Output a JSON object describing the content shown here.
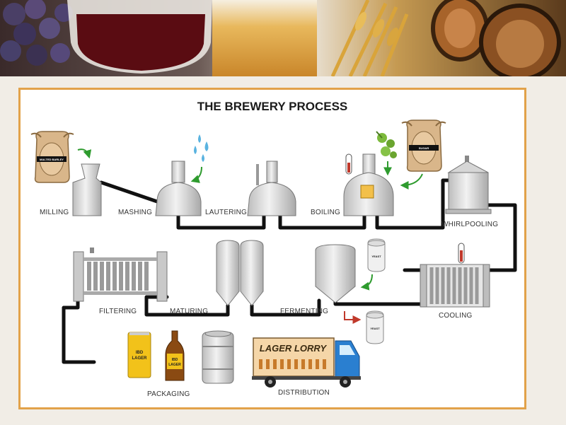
{
  "diagram": {
    "title": "THE BREWERY PROCESS",
    "stages": {
      "milling": "MILLING",
      "mashing": "MASHING",
      "lautering": "LAUTERING",
      "boiling": "BOILING",
      "whirlpooling": "WHIRLPOOLING",
      "cooling": "COOLING",
      "fermenting": "FERMENTING",
      "maturing": "MATURING",
      "filtering": "FILTERING",
      "packaging": "PACKAGING",
      "distribution": "DISTRIBUTION"
    },
    "sack_labels": {
      "barley": "MALTED BARLEY",
      "sugar": "SUGAR"
    },
    "yeast_label": "YEAST",
    "can_label": [
      "IBD",
      "LAGER"
    ],
    "bottle_label": [
      "IBD",
      "LAGER"
    ],
    "truck_label": "LAGER LORRY"
  },
  "colors": {
    "panel_border": "#e2a24a",
    "pipe": "#111111",
    "flow_arrow": "#2e9b2e",
    "yeast_out_arrow": "#c0392b",
    "sack": "#d9b68a",
    "can": "#f2c21a",
    "bottle": "#8a4a12",
    "truck_cab": "#2a7fd0",
    "tank": "#d8d8d8"
  }
}
